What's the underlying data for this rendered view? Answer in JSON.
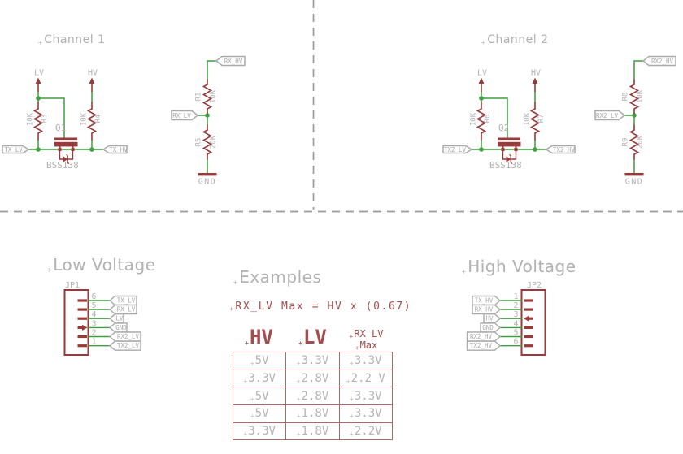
{
  "colors": {
    "net_green": "#3f9e3f",
    "component_maroon": "#993a3a",
    "label_gray": "#b2b2b2",
    "table_maroon": "#a34d4d",
    "divider_gray": "#9b9b9b"
  },
  "titles": {
    "channel1": "Channel 1",
    "channel2": "Channel 2",
    "low_voltage": "Low Voltage",
    "high_voltage": "High Voltage",
    "examples": "Examples"
  },
  "formula": "RX_LV Max = HV x (0.67)",
  "channel1": {
    "supply_left": "LV",
    "supply_right": "HV",
    "res_left_value": "10K",
    "res_left_name": "R3",
    "res_right_value": "10K",
    "res_right_name": "R4",
    "mosfet_name": "Q1",
    "mosfet_value": "BSS138",
    "tag_left": "TX_LV",
    "tag_right": "TX_HV"
  },
  "channel2": {
    "supply_left": "LV",
    "supply_right": "HV",
    "res_left_value": "10K",
    "res_left_name": "R6",
    "res_right_value": "10K",
    "res_right_name": "R7",
    "mosfet_name": "Q2",
    "mosfet_value": "BSS138",
    "tag_left": "TX2_LV",
    "tag_right": "TX2_HV"
  },
  "divider1": {
    "tag_top": "RX_HV",
    "tag_mid": "RX_LV",
    "res_top_name": "R1",
    "res_top_value": "10K",
    "res_bottom_name": "R5",
    "res_bottom_value": "20K",
    "gnd_label": "GND"
  },
  "divider2": {
    "tag_top": "RX2_HV",
    "tag_mid": "RX2_LV",
    "res_top_name": "R8",
    "res_top_value": "10K",
    "res_bottom_name": "R9",
    "res_bottom_value": "20K",
    "gnd_label": "GND"
  },
  "jp1": {
    "name": "JP1",
    "pins": [
      {
        "number": "6",
        "net": "TX_LV"
      },
      {
        "number": "5",
        "net": "RX_LV"
      },
      {
        "number": "4",
        "net": "LV"
      },
      {
        "number": "3",
        "net": "GND"
      },
      {
        "number": "2",
        "net": "RX2_LV"
      },
      {
        "number": "1",
        "net": "TX2_LV"
      }
    ]
  },
  "jp2": {
    "name": "JP2",
    "pins": [
      {
        "number": "1",
        "net": "TX_HV"
      },
      {
        "number": "2",
        "net": "RX_HV"
      },
      {
        "number": "3",
        "net": "HV"
      },
      {
        "number": "4",
        "net": "GND"
      },
      {
        "number": "5",
        "net": "RX2_HV"
      },
      {
        "number": "6",
        "net": "TX2_HV"
      }
    ]
  },
  "table": {
    "header_col1": "HV",
    "header_col2": "LV",
    "header_col3_line1": "RX_LV",
    "header_col3_line2": "Max",
    "rows": [
      [
        "5V",
        "3.3V",
        "3.3V"
      ],
      [
        "3.3V",
        "2.8V",
        "2.2 V"
      ],
      [
        "5V",
        "2.8V",
        "3.3V"
      ],
      [
        "5V",
        "1.8V",
        "3.3V"
      ],
      [
        "3.3V",
        "1.8V",
        "2.2V"
      ]
    ]
  }
}
